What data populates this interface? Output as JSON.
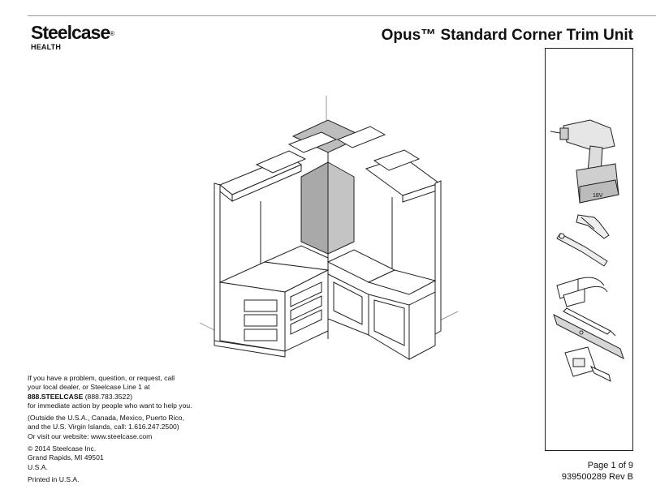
{
  "header": {
    "brand_name": "Steelcase",
    "brand_mark": "®",
    "brand_division": "HEALTH",
    "title": "Opus™ Standard Corner Trim Unit"
  },
  "tools": [
    "drill-icon",
    "driver-bit-icon",
    "extension-bit-icon",
    "safety-glasses-icon",
    "pencil-icon",
    "level-icon",
    "tape-measure-icon"
  ],
  "tool_labels": {
    "drill_battery": "18V"
  },
  "contact": {
    "line1": "If you have a problem, question, or request, call",
    "line2": "your local dealer, or Steelcase Line 1 at",
    "phone_bold": "888.STEELCASE",
    "phone_digits": "(888.783.3522)",
    "line4": "for immediate action by people who want to help you.",
    "outside1": "(Outside the U.S.A., Canada, Mexico, Puerto Rico,",
    "outside2": "and the U.S. Virgin Islands, call: 1.616.247.2500)",
    "website": "Or visit our website: www.steelcase.com",
    "copyright": "© 2014 Steelcase Inc.",
    "city": "Grand Rapids, MI 49501",
    "country": "U.S.A.",
    "printed": "Printed in U.S.A."
  },
  "page": {
    "page_label": "Page 1 of 9",
    "doc_number": "939500289 Rev B"
  }
}
